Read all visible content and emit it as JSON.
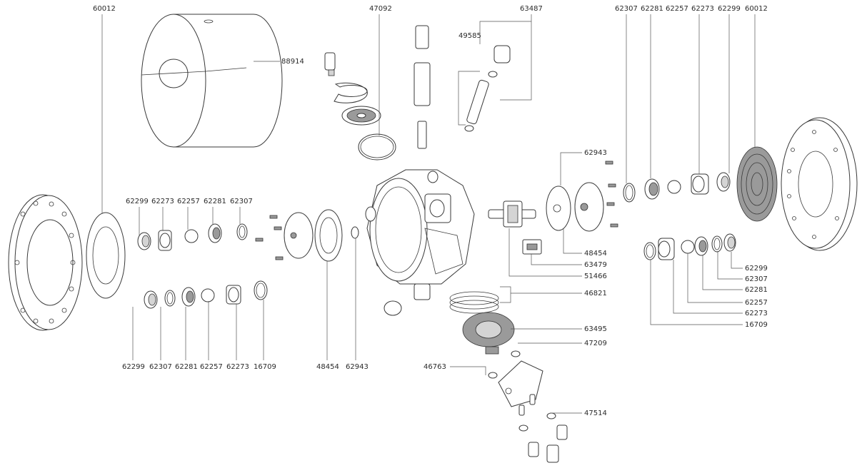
{
  "labels": {
    "l60012_left": "60012",
    "l88914": "88914",
    "l47092": "47092",
    "l63487": "63487",
    "l49585": "49585",
    "l62307_top": "62307",
    "l62281_top": "62281",
    "l62257_top": "62257",
    "l62273_top": "62273",
    "l62299_top": "62299",
    "l60012_right": "60012",
    "l62943_top": "62943",
    "l62299_mid": "62299",
    "l62273_mid": "62273",
    "l62257_mid": "62257",
    "l62281_mid": "62281",
    "l62307_mid": "62307",
    "l48454_right": "48454",
    "l63479": "63479",
    "l51466": "51466",
    "l46821": "46821",
    "l63495": "63495",
    "l47209": "47209",
    "l46763": "46763",
    "l47514": "47514",
    "l62299_r": "62299",
    "l62307_r": "62307",
    "l62281_r": "62281",
    "l62257_r": "62257",
    "l62273_r": "62273",
    "l16709_r": "16709",
    "l62299_b": "62299",
    "l62307_b": "62307",
    "l62281_b": "62281",
    "l62257_b": "62257",
    "l62273_b": "62273",
    "l16709_b": "16709",
    "l48454_b": "48454",
    "l62943_b": "62943"
  }
}
